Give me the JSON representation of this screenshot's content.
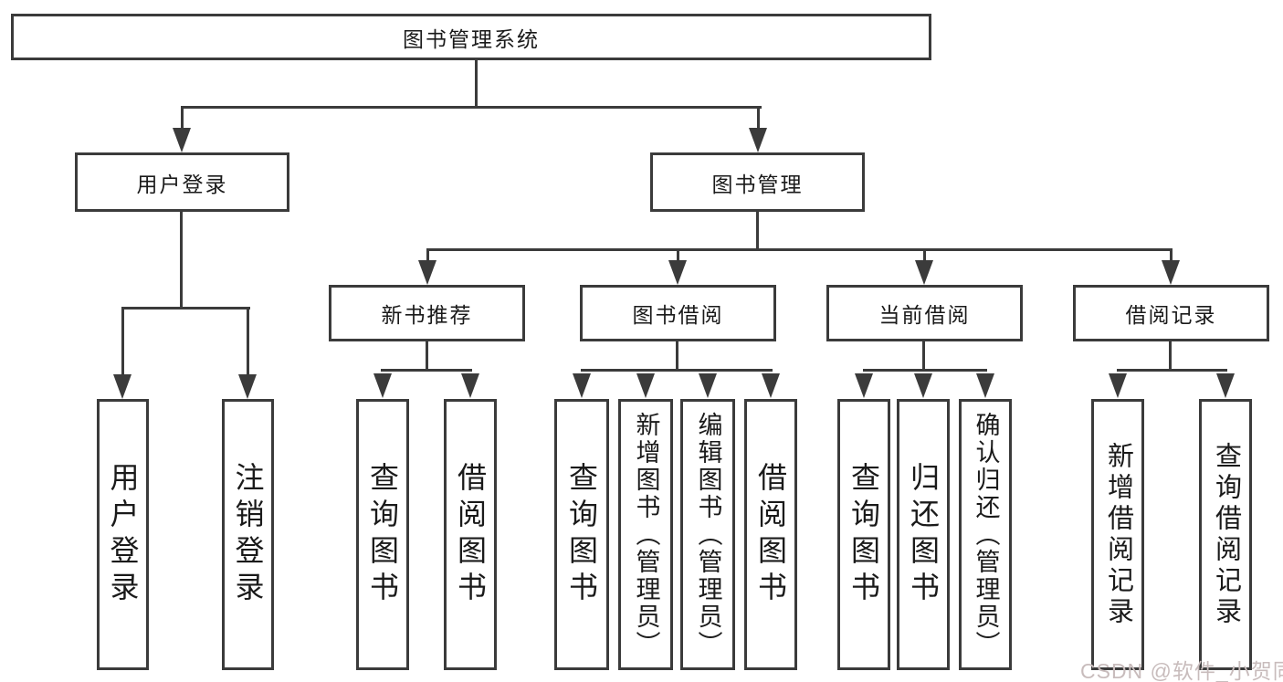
{
  "colors": {
    "line": "#3b3b3b",
    "text": "#1a1a1a",
    "background": "#ffffff",
    "watermark": "#c8bcbc"
  },
  "tree": {
    "root": "图书管理系统",
    "branches": [
      {
        "label": "用户登录",
        "children": [
          "用户登录",
          "注销登录"
        ]
      },
      {
        "label": "图书管理",
        "sections": [
          {
            "label": "新书推荐",
            "children": [
              "查询图书",
              "借阅图书"
            ]
          },
          {
            "label": "图书借阅",
            "children": [
              "查询图书",
              "新增图书（管理员）",
              "编辑图书（管理员）",
              "借阅图书"
            ]
          },
          {
            "label": "当前借阅",
            "children": [
              "查询图书",
              "归还图书",
              "确认归还（管理员）"
            ]
          },
          {
            "label": "借阅记录",
            "children": [
              "新增借阅记录",
              "查询借阅记录"
            ]
          }
        ]
      }
    ]
  },
  "watermark": "CSDN @软件_小贺同学"
}
